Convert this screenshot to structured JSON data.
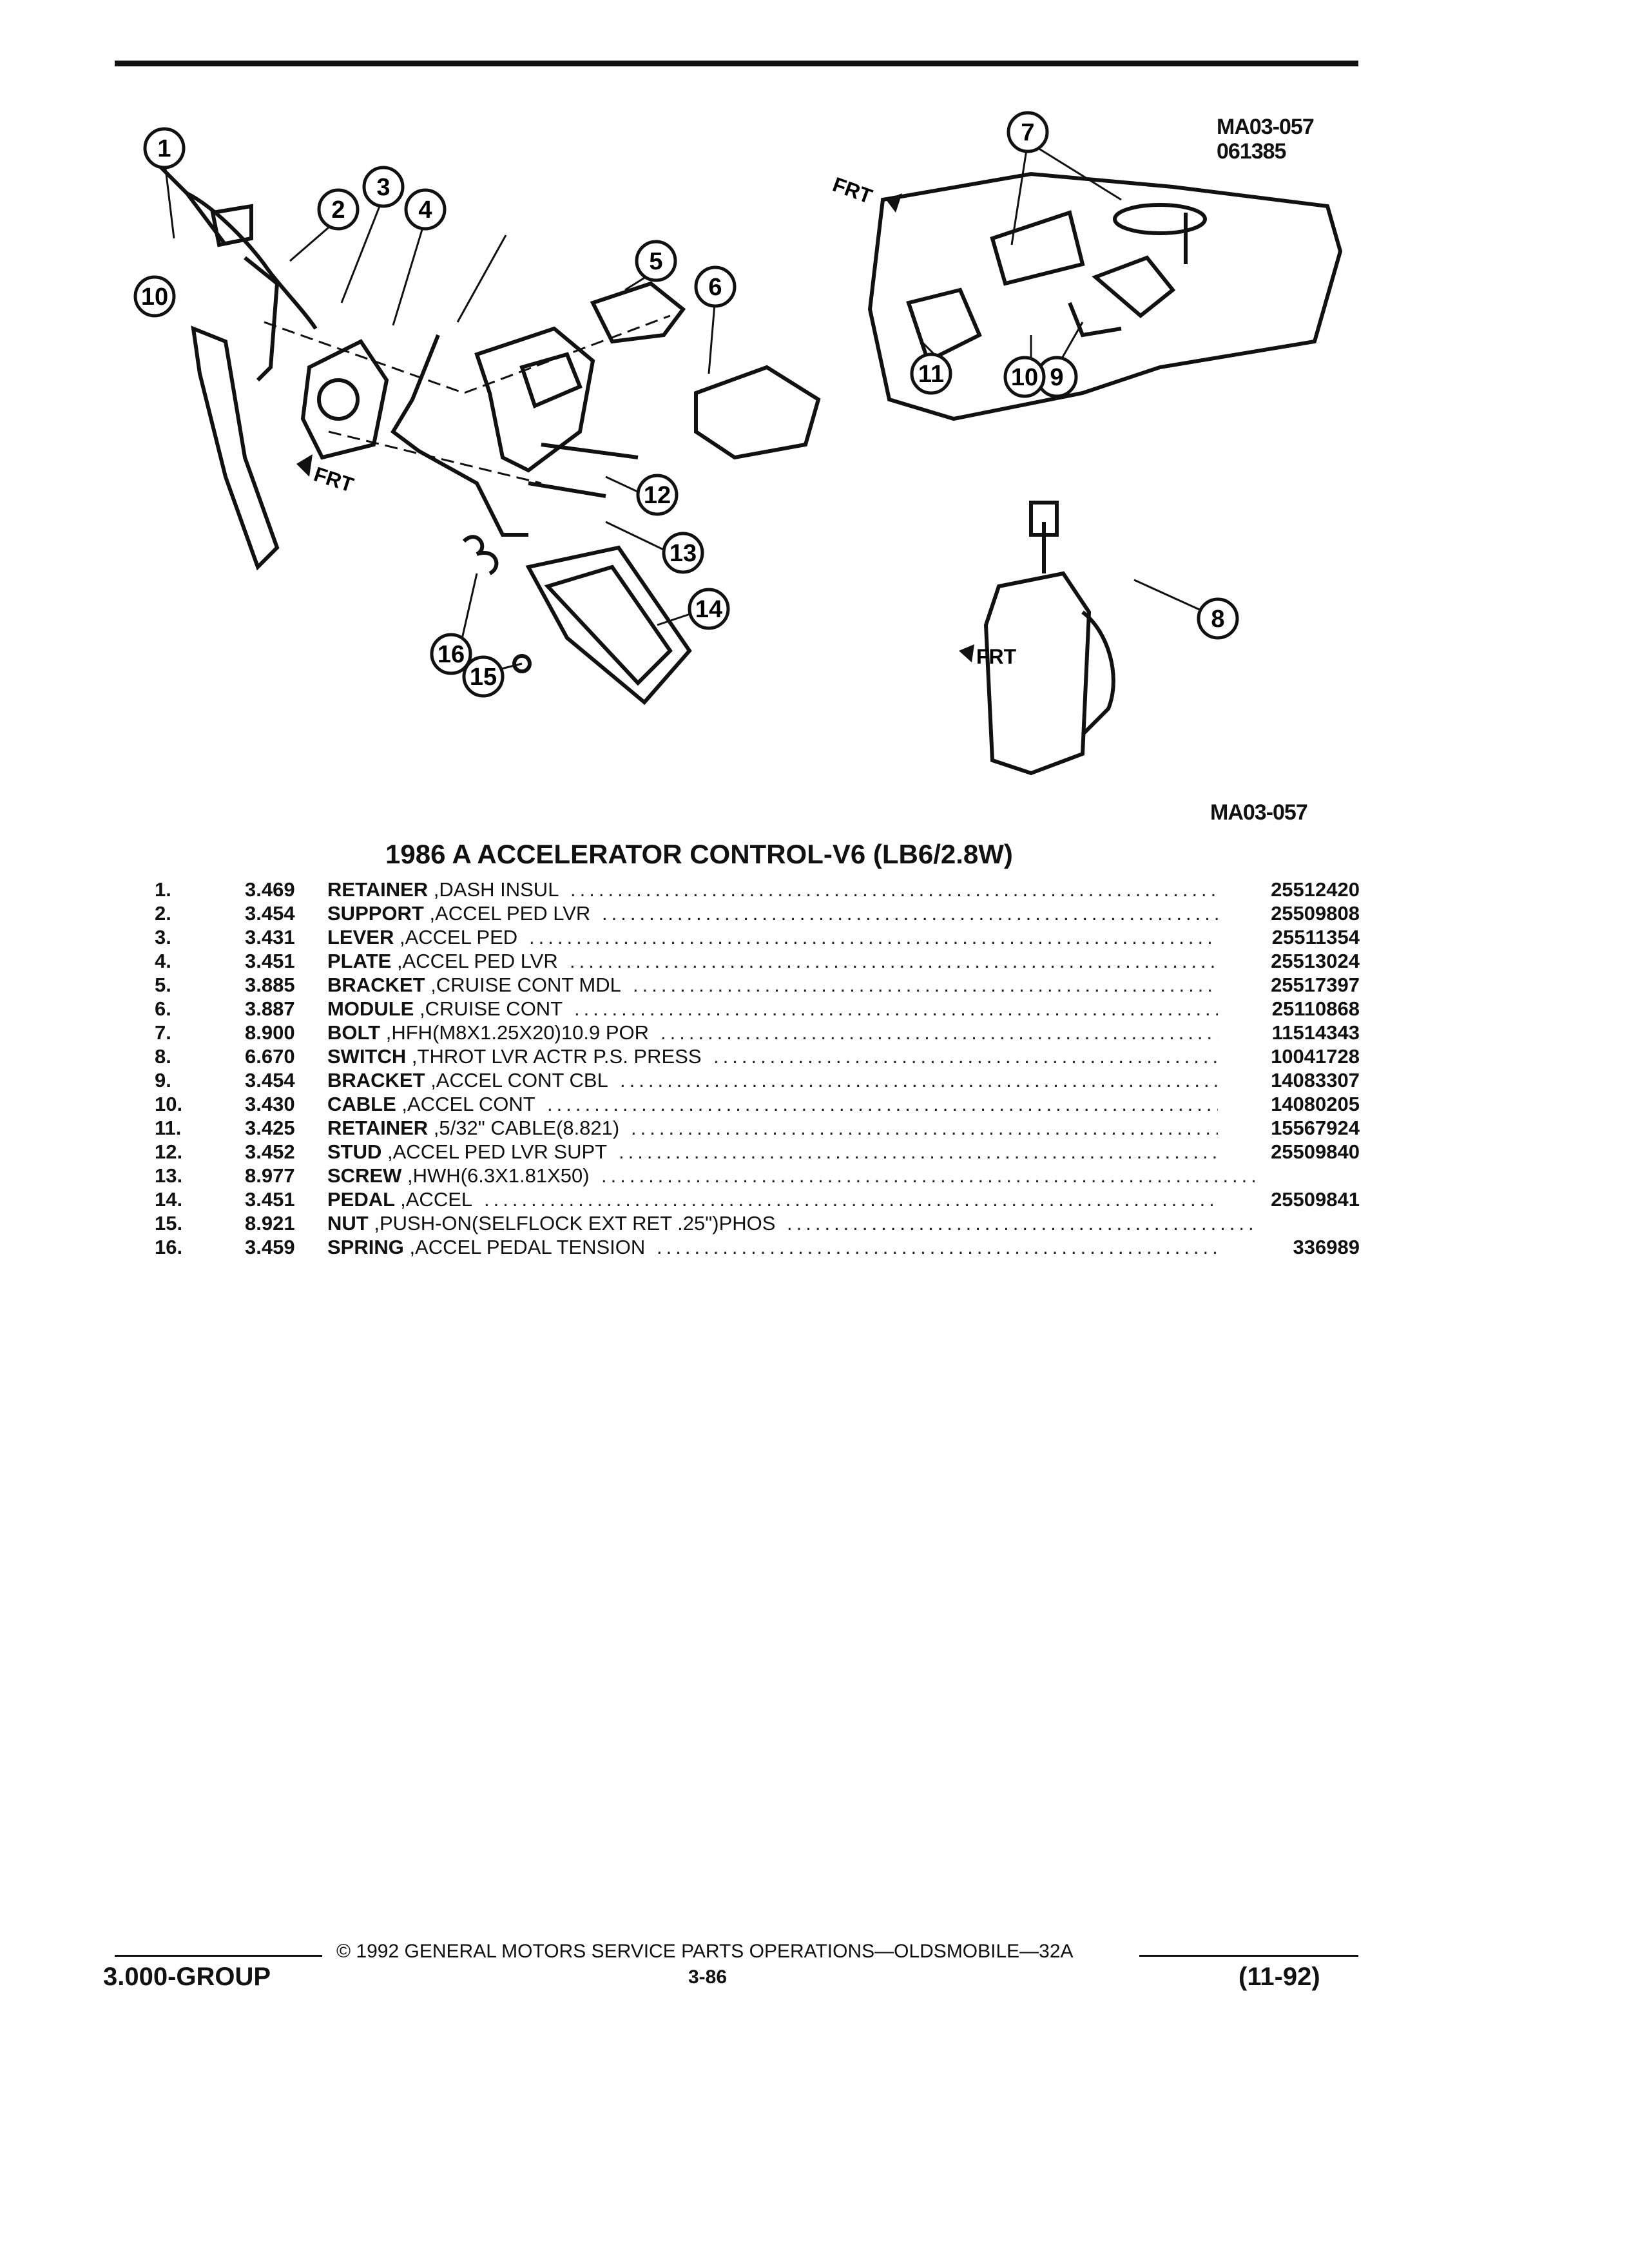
{
  "diagram": {
    "ref_top_line1": "MA03-057",
    "ref_top_line2": "061385",
    "ref_bottom": "MA03-057",
    "frt": "FRT",
    "callouts": [
      "1",
      "2",
      "3",
      "4",
      "5",
      "6",
      "7",
      "8",
      "9",
      "10",
      "11",
      "12",
      "13",
      "14",
      "15",
      "16"
    ]
  },
  "title": "1986 A ACCELERATOR CONTROL-V6 (LB6/2.8W)",
  "parts": [
    {
      "num": "1.",
      "code": "3.469",
      "name": "RETAINER",
      "desc": ",DASH INSUL",
      "pn": "25512420"
    },
    {
      "num": "2.",
      "code": "3.454",
      "name": "SUPPORT",
      "desc": ",ACCEL PED LVR",
      "pn": "25509808"
    },
    {
      "num": "3.",
      "code": "3.431",
      "name": "LEVER",
      "desc": ",ACCEL PED",
      "pn": "25511354"
    },
    {
      "num": "4.",
      "code": "3.451",
      "name": "PLATE",
      "desc": ",ACCEL PED LVR",
      "pn": "25513024"
    },
    {
      "num": "5.",
      "code": "3.885",
      "name": "BRACKET",
      "desc": ",CRUISE CONT MDL",
      "pn": "25517397"
    },
    {
      "num": "6.",
      "code": "3.887",
      "name": "MODULE",
      "desc": ",CRUISE CONT",
      "pn": "25110868"
    },
    {
      "num": "7.",
      "code": "8.900",
      "name": "BOLT",
      "desc": ",HFH(M8X1.25X20)10.9 POR",
      "pn": "11514343"
    },
    {
      "num": "8.",
      "code": "6.670",
      "name": "SWITCH",
      "desc": ",THROT LVR ACTR P.S. PRESS",
      "pn": "10041728"
    },
    {
      "num": "9.",
      "code": "3.454",
      "name": "BRACKET",
      "desc": ",ACCEL CONT CBL",
      "pn": "14083307"
    },
    {
      "num": "10.",
      "code": "3.430",
      "name": "CABLE",
      "desc": ",ACCEL CONT",
      "pn": "14080205"
    },
    {
      "num": "11.",
      "code": "3.425",
      "name": "RETAINER",
      "desc": ",5/32\" CABLE(8.821)",
      "pn": "15567924"
    },
    {
      "num": "12.",
      "code": "3.452",
      "name": "STUD",
      "desc": ",ACCEL PED LVR SUPT",
      "pn": "25509840"
    },
    {
      "num": "13.",
      "code": "8.977",
      "name": "SCREW",
      "desc": ",HWH(6.3X1.81X50)",
      "pn": ""
    },
    {
      "num": "14.",
      "code": "3.451",
      "name": "PEDAL",
      "desc": ",ACCEL",
      "pn": "25509841"
    },
    {
      "num": "15.",
      "code": "8.921",
      "name": "NUT",
      "desc": ",PUSH-ON(SELFLOCK EXT RET .25\")PHOS",
      "pn": ""
    },
    {
      "num": "16.",
      "code": "3.459",
      "name": "SPRING",
      "desc": ",ACCEL PEDAL TENSION",
      "pn": "336989"
    }
  ],
  "footer": {
    "copyright": "© 1992 GENERAL MOTORS SERVICE PARTS OPERATIONS—OLDSMOBILE—32A",
    "group": "3.000-GROUP",
    "page": "3-86",
    "date": "(11-92)"
  }
}
